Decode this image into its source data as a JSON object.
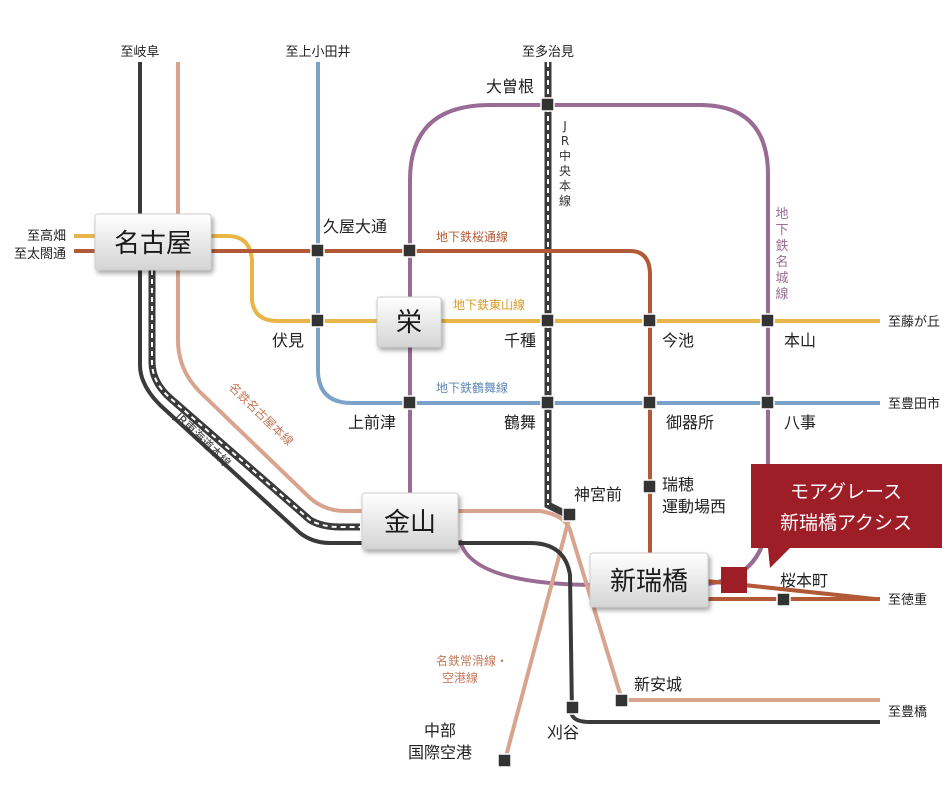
{
  "colors": {
    "sakuradori": "#b25a37",
    "higashiyama": "#e8b548",
    "tsurumai": "#7da2c7",
    "meijo": "#9a6b93",
    "meitetsu": "#d9a48e",
    "jr": "#3a3a3a",
    "property": "#9e1e27"
  },
  "major_stations": {
    "nagoya": "名古屋",
    "sakae": "栄",
    "kanayama": "金山",
    "shinmizuhashi": "新瑞橋"
  },
  "stations": {
    "ozone": "大曽根",
    "hisaya_odori": "久屋大通",
    "fushimi": "伏見",
    "chikusa": "千種",
    "imaike": "今池",
    "motoyama": "本山",
    "kamimaezu": "上前津",
    "tsurumai": "鶴舞",
    "gokiso": "御器所",
    "yagoto": "八事",
    "jingumae": "神宮前",
    "mizuho_1": "瑞穂",
    "mizuho_2": "運動場西",
    "sakuramoto": "桜本町",
    "shin_anjo": "新安城",
    "chubu_1": "中部",
    "chubu_2": "国際空港",
    "kariya": "刈谷"
  },
  "terminals": {
    "gifu": "至岐阜",
    "kamiotai": "至上小田井",
    "tajimi": "至多治見",
    "takabata": "至高畑",
    "taikodori": "至太閤通",
    "fujigaoka": "至藤が丘",
    "toyotashi": "至豊田市",
    "tokushige": "至徳重",
    "toyohashi": "至豊橋"
  },
  "line_names": {
    "sakuradori": "地下鉄桜通線",
    "higashiyama": "地下鉄東山線",
    "tsurumai": "地下鉄鶴舞線",
    "meijo": [
      "地",
      "下",
      "鉄",
      "名",
      "城",
      "線"
    ],
    "jr_chuo": [
      "J",
      "R",
      "中",
      "央",
      "本",
      "線"
    ],
    "meitetsu_main": "名鉄名古屋本線",
    "jr_tokaido": "JR東海道本線",
    "tokoname_1": "名鉄常滑線・",
    "tokoname_2": "空港線"
  },
  "callout": {
    "line1": "モアグレース",
    "line2": "新瑞橋アクシス"
  }
}
